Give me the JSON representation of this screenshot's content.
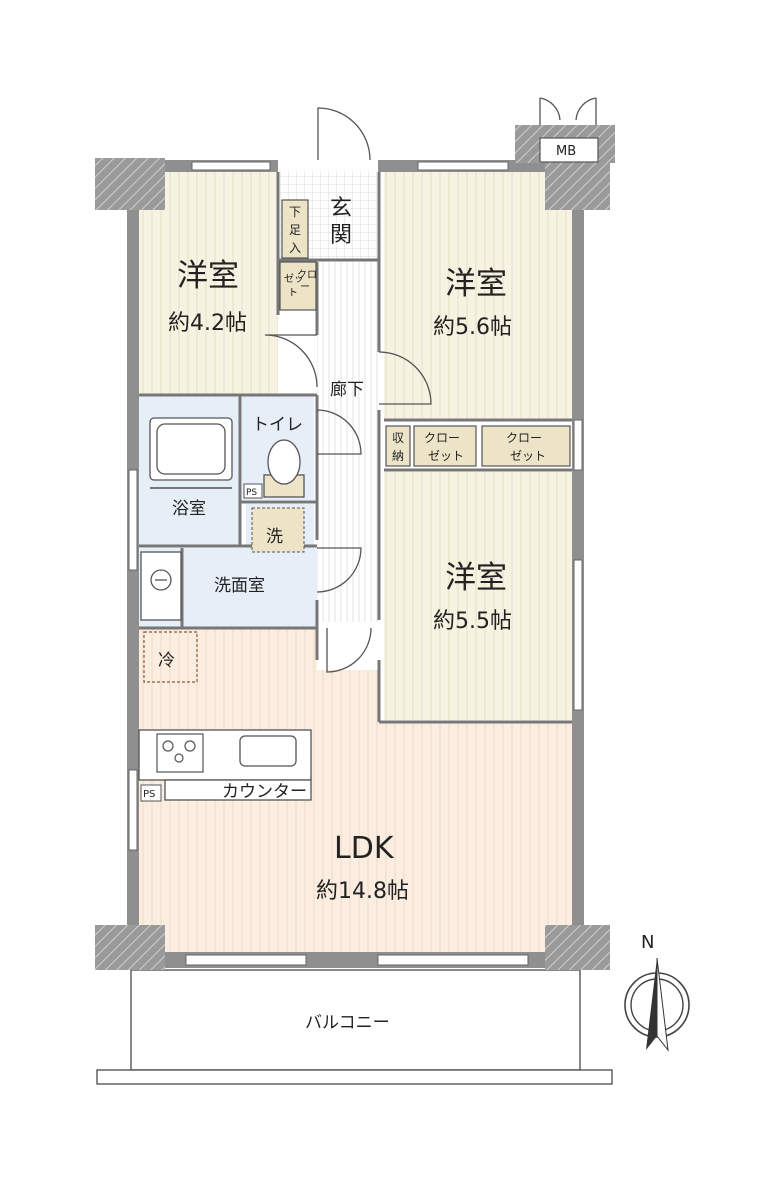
{
  "rooms": {
    "western1": {
      "name": "洋室",
      "area": "約4.2帖"
    },
    "western2": {
      "name": "洋室",
      "area": "約5.6帖"
    },
    "western3": {
      "name": "洋室",
      "area": "約5.5帖"
    },
    "ldk": {
      "name": "LDK",
      "area": "約14.8帖"
    },
    "entrance": {
      "char1": "玄",
      "char2": "関"
    },
    "hallway": "廊下",
    "toilet": "トイレ",
    "bathroom": "浴室",
    "washroom": "洗面室",
    "washer": "洗",
    "fridge": "冷",
    "counter": "カウンター",
    "balcony": "バルコニー"
  },
  "storage": {
    "shoe_box": [
      "下",
      "足",
      "入"
    ],
    "closet_small": [
      "クロ",
      "ー",
      "ゼッ",
      "ト"
    ],
    "storage_box": [
      "収",
      "納"
    ],
    "closet_a": [
      "クロー",
      "ゼット"
    ],
    "closet_b": [
      "クロー",
      "ゼット"
    ]
  },
  "labels": {
    "ps1": "PS",
    "ps2": "PS",
    "mb": "MB",
    "north": "N"
  },
  "colors": {
    "wall": "#8f8f8f",
    "western_floor": "#f7f3e2",
    "ldk_floor": "#fbeee0",
    "wet_floor": "#e6eef8",
    "hall_floor": "#ffffff",
    "storage_fill": "#ede4c8"
  }
}
